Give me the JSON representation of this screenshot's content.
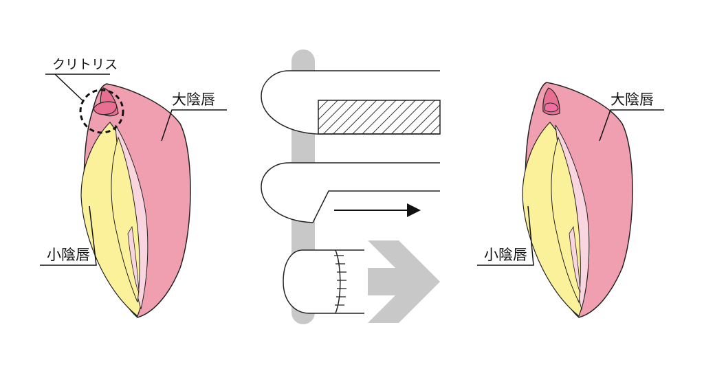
{
  "labels": {
    "clitoris": "クリトリス",
    "labia_majora_left": "大陰唇",
    "labia_minora_left": "小陰唇",
    "labia_majora_right": "大陰唇",
    "labia_minora_right": "小陰唇"
  },
  "colors": {
    "majora": "#ef9fb0",
    "minora": "#fbf19a",
    "inner": "#f9d6df",
    "clitoris": "#e86f92",
    "gray": "#c8c8c8",
    "outline": "#222222",
    "hatch": "#333333"
  }
}
